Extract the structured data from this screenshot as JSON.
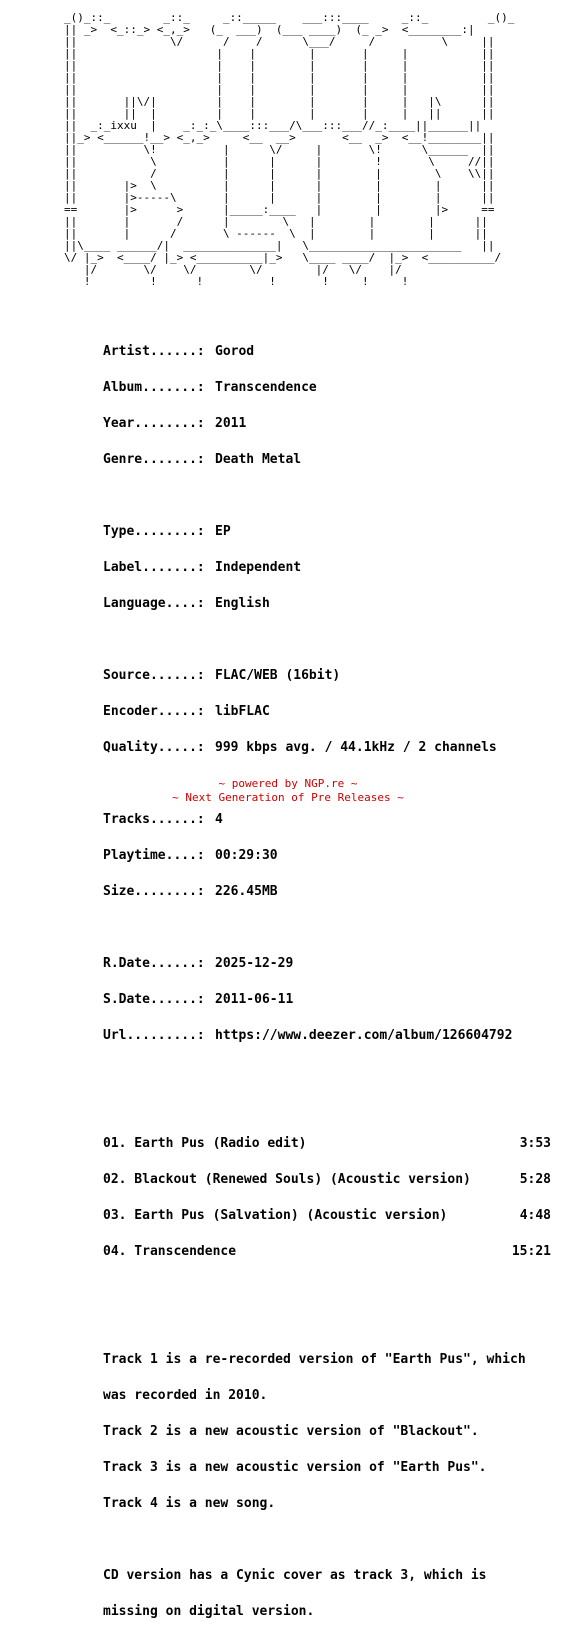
{
  "ascii_art": "_()_::_        _::_     _::_____    ___:::____     _::_         _()_\n|| _>  <_::_> <_,_>   (_  ___)  (___ ____)  (_ _>  <________:|\n||              \\/      /    /      \\___/     /          \\     ||\n||                     |    |        |       |     |           ||\n||                     |    |        |       |     |           ||\n||                     |    |        |       |     |           ||\n||                     |    |        |       |     |           ||\n||       ||\\/|         |    |        |       |     |   |\\      ||\n||       ||  |         |    |        |       |     |   ||      ||\n||  _:_ixxu  |    _:_:_\\____:::___/\\___:::___//_:____||______||\n||_> <______!__> <_,_>     <__  __>       <__  _>  <__!________||\n||          \\!          |      \\/     |       \\!      \\______  ||\n||           \\          |      |      |        !       \\     //||\n||           /          |      |      |        |        \\    \\\\||\n||       |>  \\          |      |      |        |        |      ||\n||       |>-----\\       |      |      |        |        |      ||\n==       |>      >      |_____:____   |        |        |>     ==\n||       |       /      |        \\   |        |        |      ||\n||       |      /       \\ ------  \\  |        |        |      ||\n||\\____ ______/|  ______________|   \\_______________________   ||\n\\/ |_>  <____/ |_> <__________|_>   \\____ ____/  |_>  <__________/\n   |/       \\/    \\/        \\/        |/   \\/    |/\n   !         !      !          !       !     !     !",
  "info": {
    "artist": {
      "label": "Artist......:",
      "value": "Gorod"
    },
    "album": {
      "label": "Album.......:",
      "value": "Transcendence"
    },
    "year": {
      "label": "Year........:",
      "value": "2011"
    },
    "genre": {
      "label": "Genre.......:",
      "value": "Death Metal"
    },
    "type": {
      "label": "Type........:",
      "value": "EP"
    },
    "label_": {
      "label": "Label.......:",
      "value": "Independent"
    },
    "language": {
      "label": "Language....:",
      "value": "English"
    },
    "source": {
      "label": "Source......:",
      "value": "FLAC/WEB (16bit)"
    },
    "encoder": {
      "label": "Encoder.....:",
      "value": "libFLAC"
    },
    "quality": {
      "label": "Quality.....:",
      "value": "999 kbps avg. / 44.1kHz / 2 channels"
    },
    "tracks": {
      "label": "Tracks......:",
      "value": "4"
    },
    "playtime": {
      "label": "Playtime....:",
      "value": "00:29:30"
    },
    "size": {
      "label": "Size........:",
      "value": "226.45MB"
    },
    "rdate": {
      "label": "R.Date......:",
      "value": "2025-12-29"
    },
    "sdate": {
      "label": "S.Date......:",
      "value": "2011-06-11"
    },
    "url": {
      "label": "Url.........:",
      "value": "https://www.deezer.com/album/126604792"
    }
  },
  "tracklist": [
    {
      "title": "01. Earth Pus (Radio edit)",
      "duration": "3:53"
    },
    {
      "title": "02. Blackout (Renewed Souls) (Acoustic version)",
      "duration": "5:28"
    },
    {
      "title": "03. Earth Pus (Salvation) (Acoustic version)",
      "duration": "4:48"
    },
    {
      "title": "04. Transcendence",
      "duration": "15:21"
    }
  ],
  "notes": {
    "line1": "Track 1 is a re-recorded version of \"Earth Pus\", which",
    "line2": "was recorded in 2010.",
    "line3": "Track 2 is a new acoustic version of \"Blackout\".",
    "line4": "Track 3 is a new acoustic version of \"Earth Pus\".",
    "line5": "Track 4 is a new song.",
    "line6": "CD version has a Cynic cover as track 3, which is",
    "line7": "missing on digital version."
  },
  "footer": {
    "line1": "~ powered by NGP.re ~",
    "line2": "~ Next Generation of Pre Releases ~"
  },
  "colors": {
    "text": "#000000",
    "footer": "#cc0000",
    "background": "#ffffff"
  }
}
